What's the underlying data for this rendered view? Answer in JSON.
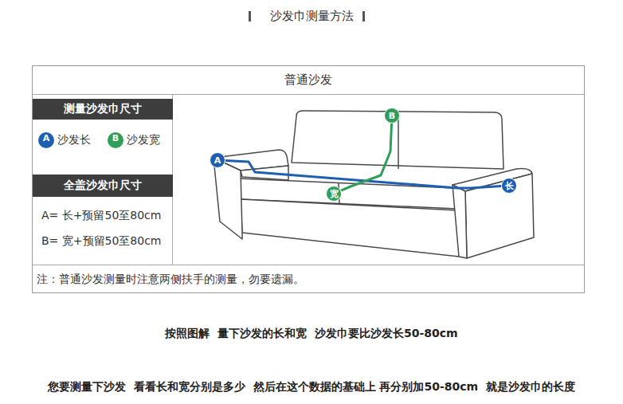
{
  "diagram": {
    "title": "沙发巾测量方法",
    "nodes": [
      {
        "text": [
          "普通沙发"
        ]
      },
      {
        "text": [
          "测量沙发巾尺寸"
        ],
        "in": 0
      },
      {
        "text": [
          "全盖沙发巾尺寸"
        ],
        "in": 0
      },
      {
        "text": [
          "A"
        ],
        "in": 0
      },
      {
        "text": [
          "B"
        ],
        "in": 0
      },
      {
        "text": [
          "宽"
        ],
        "in": 0
      },
      {
        "text": [
          "长"
        ],
        "in": 0
      }
    ],
    "edges": [
      {
        "from": 3,
        "to": 6,
        "arrow": "none"
      },
      {
        "from": 4,
        "to": 5,
        "arrow": "none"
      }
    ],
    "labels": [
      "A",
      "B",
      "A= 长+预留50至80cm",
      "B= 宽+预留50至80cm",
      "注：普通沙发测量时注意两侧扶手的测量，勿要遗漏。",
      "按照图解  量下沙发的长和宽  沙发巾要比沙发长50-80cm",
      "您要测量下沙发  看看长和宽分别是多少  然后在这个数据的基础上 再分别加50-80cm  就是沙发巾的长度"
    ],
    "legend": [
      {
        "text": "沙发长",
        "color": "#1d5fb0"
      },
      {
        "text": "沙发宽",
        "color": "#2e9e58"
      }
    ]
  }
}
